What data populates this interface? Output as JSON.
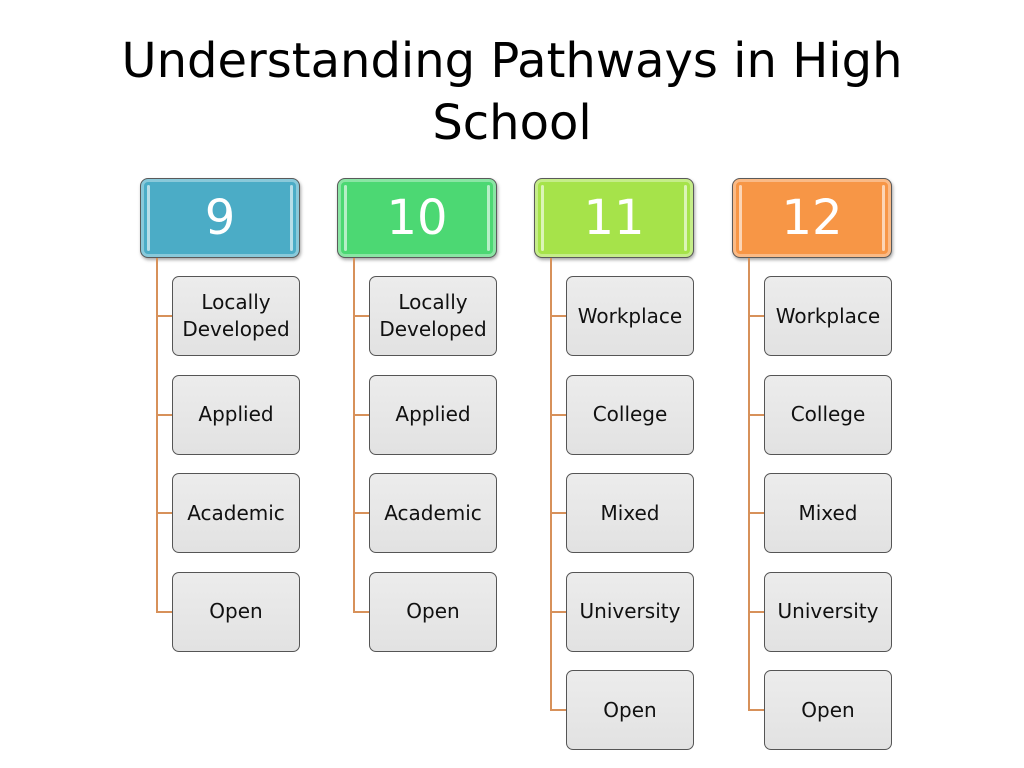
{
  "slide": {
    "title": "Understanding Pathways in High School"
  },
  "grades": [
    {
      "label": "9",
      "color": "#4bacc6",
      "pathways": [
        "Locally Developed",
        "Applied",
        "Academic",
        "Open"
      ]
    },
    {
      "label": "10",
      "color": "#4cd873",
      "pathways": [
        "Locally Developed",
        "Applied",
        "Academic",
        "Open"
      ]
    },
    {
      "label": "11",
      "color": "#a6e34a",
      "pathways": [
        "Workplace",
        "College",
        "Mixed",
        "University",
        "Open"
      ]
    },
    {
      "label": "12",
      "color": "#f79646",
      "pathways": [
        "Workplace",
        "College",
        "Mixed",
        "University",
        "Open"
      ]
    }
  ],
  "colors": {
    "connector": "#d7915a",
    "pathway_box": "#e6e6e6",
    "border": "#555555"
  }
}
